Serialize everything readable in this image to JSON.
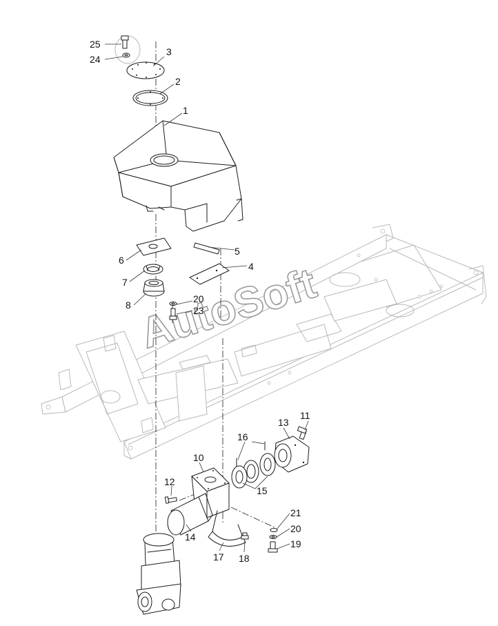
{
  "watermark": "AutoSoft",
  "callouts": [
    {
      "id": "c1",
      "text": "1"
    },
    {
      "id": "c2",
      "text": "2"
    },
    {
      "id": "c3",
      "text": "3"
    },
    {
      "id": "c4",
      "text": "4"
    },
    {
      "id": "c5",
      "text": "5"
    },
    {
      "id": "c6",
      "text": "6"
    },
    {
      "id": "c7",
      "text": "7"
    },
    {
      "id": "c8",
      "text": "8"
    },
    {
      "id": "c10",
      "text": "10"
    },
    {
      "id": "c11",
      "text": "11"
    },
    {
      "id": "c12",
      "text": "12"
    },
    {
      "id": "c13",
      "text": "13"
    },
    {
      "id": "c14",
      "text": "14"
    },
    {
      "id": "c15",
      "text": "15"
    },
    {
      "id": "c16",
      "text": "16"
    },
    {
      "id": "c17",
      "text": "17"
    },
    {
      "id": "c18",
      "text": "18"
    },
    {
      "id": "c19",
      "text": "19"
    },
    {
      "id": "c20a",
      "text": "20"
    },
    {
      "id": "c20b",
      "text": "20"
    },
    {
      "id": "c21",
      "text": "21"
    },
    {
      "id": "c23",
      "text": "23"
    },
    {
      "id": "c24",
      "text": "24"
    },
    {
      "id": "c25",
      "text": "25"
    }
  ]
}
